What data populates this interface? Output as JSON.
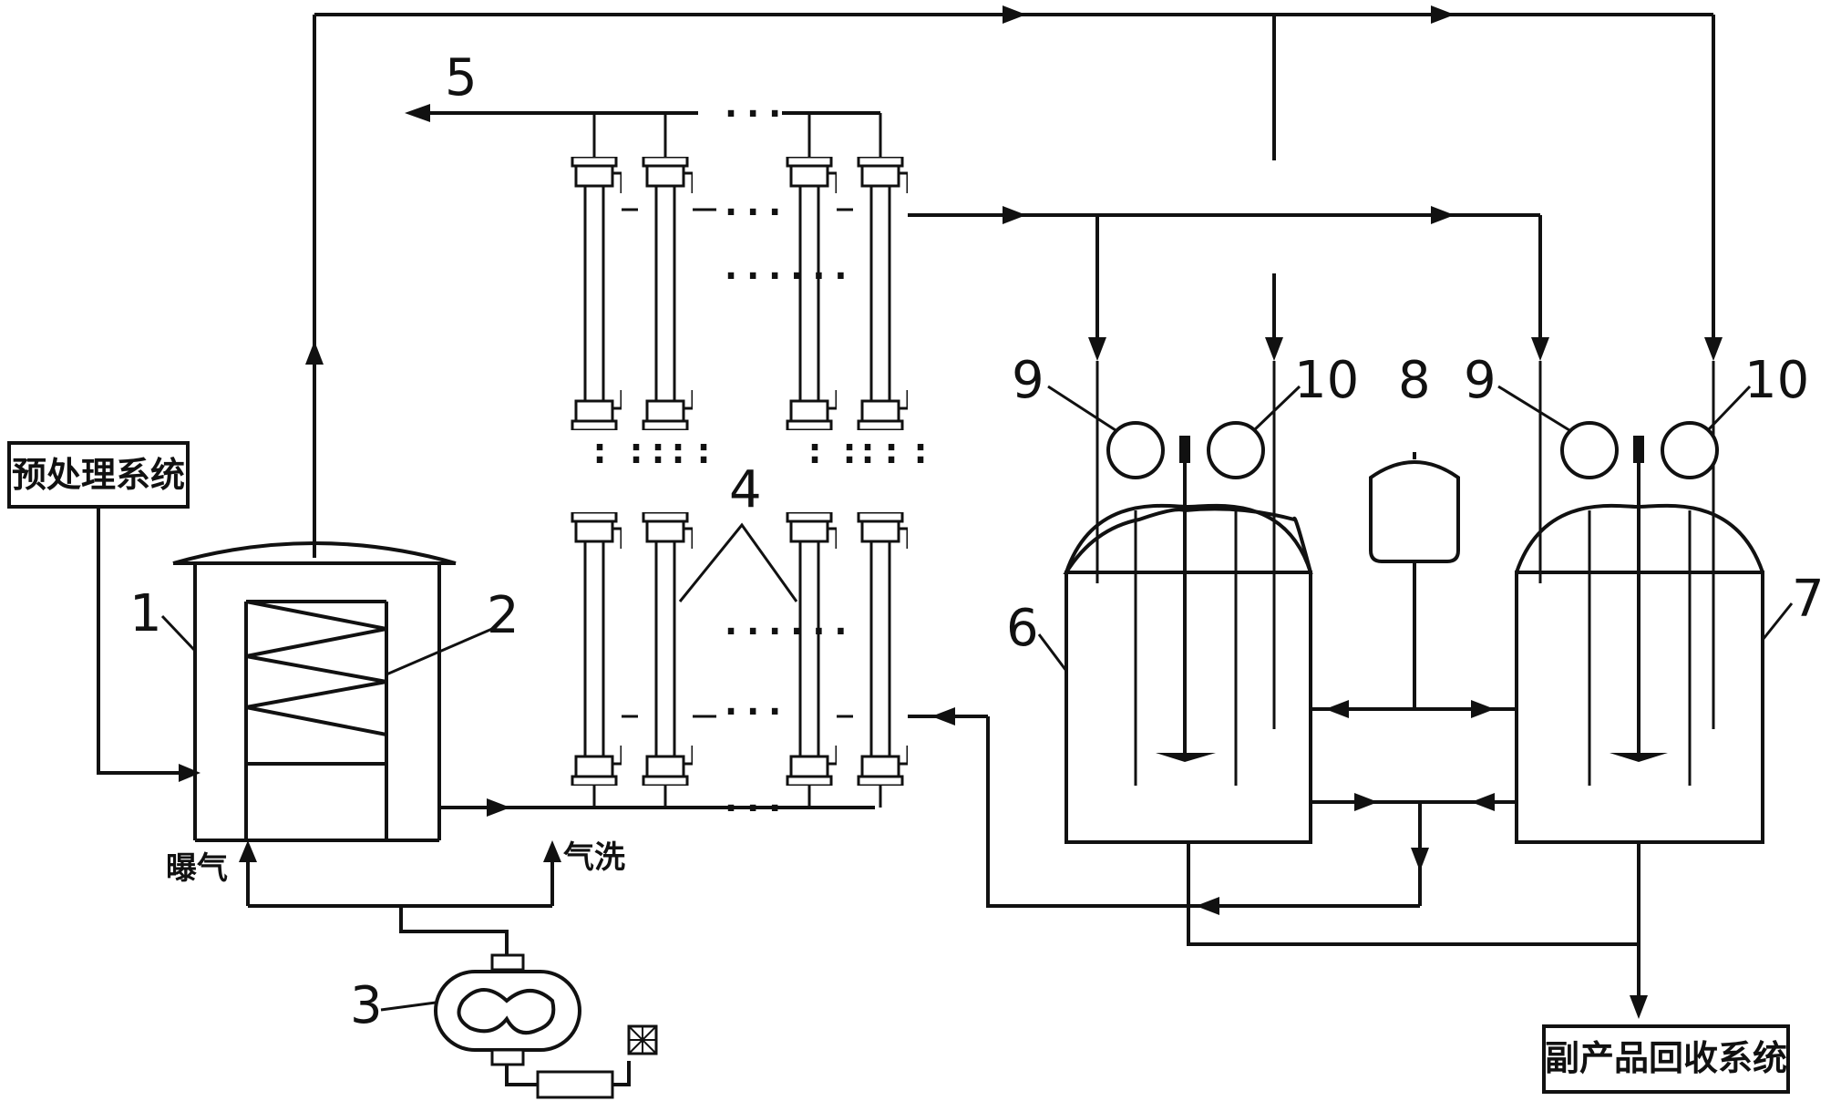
{
  "labels": {
    "pretreatment": "预处理系统",
    "byproduct": "副产品回收系统",
    "aeration": "曝气",
    "air_wash": "气洗"
  },
  "numbers": [
    "1",
    "2",
    "3",
    "4",
    "5",
    "6",
    "7",
    "8",
    "9",
    "10",
    "9",
    "10"
  ],
  "ellipsis": {
    "h": "...",
    "h_long": "......",
    "v": ":"
  },
  "colors": {
    "line": "#111111",
    "background": "#ffffff"
  }
}
